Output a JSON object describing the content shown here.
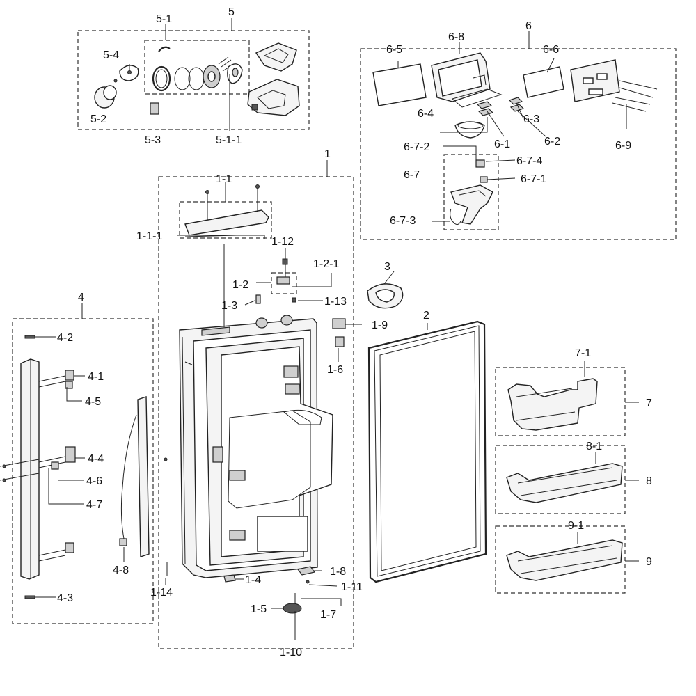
{
  "labels": {
    "n5": "5",
    "n5_1": "5-1",
    "n5_4": "5-4",
    "n5_2": "5-2",
    "n5_3": "5-3",
    "n5_1_1": "5-1-1",
    "n6": "6",
    "n6_5": "6-5",
    "n6_8": "6-8",
    "n6_6": "6-6",
    "n6_4": "6-4",
    "n6_3": "6-3",
    "n6_1": "6-1",
    "n6_2": "6-2",
    "n6_9": "6-9",
    "n6_7_2": "6-7-2",
    "n6_7_4": "6-7-4",
    "n6_7": "6-7",
    "n6_7_1": "6-7-1",
    "n6_7_3": "6-7-3",
    "n1": "1",
    "n1_1": "1-1",
    "n1_1_1": "1-1-1",
    "n1_12": "1-12",
    "n1_2_1": "1-2-1",
    "n1_2": "1-2",
    "n1_3": "1-3",
    "n1_13": "1-13",
    "n1_9": "1-9",
    "n1_6": "1-6",
    "n1_4": "1-4",
    "n1_8": "1-8",
    "n1_11": "1-11",
    "n1_14": "1-14",
    "n1_5": "1-5",
    "n1_7": "1-7",
    "n1_10": "1-10",
    "n2": "2",
    "n3": "3",
    "n4": "4",
    "n4_2": "4-2",
    "n4_1": "4-1",
    "n4_5": "4-5",
    "n4_4": "4-4",
    "n4_6": "4-6",
    "n4_7": "4-7",
    "n4_8": "4-8",
    "n4_3": "4-3",
    "n7": "7",
    "n7_1": "7-1",
    "n8": "8",
    "n8_1": "8-1",
    "n9": "9",
    "n9_1": "9-1"
  }
}
